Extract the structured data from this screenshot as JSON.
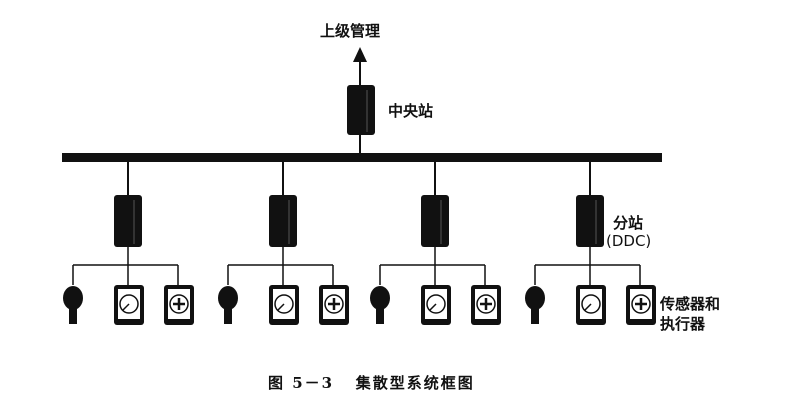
{
  "top_label": "上级管理",
  "central_label": "中央站",
  "substation_label": "分站",
  "substation_sub": "(DDC)",
  "device_label_1": "传感器和",
  "device_label_2": "执行器",
  "caption_num": "图 5－3",
  "caption_text": "集散型系统框图",
  "substations": [
    {
      "name": "substation-1"
    },
    {
      "name": "substation-2"
    },
    {
      "name": "substation-3"
    },
    {
      "name": "substation-4"
    }
  ],
  "devices": [
    "bulb",
    "meter",
    "fan"
  ]
}
